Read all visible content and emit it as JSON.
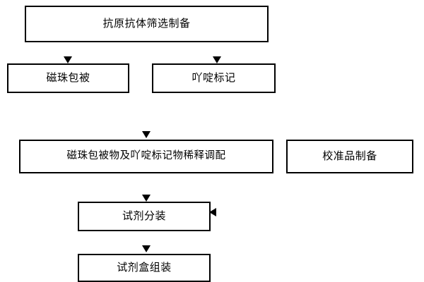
{
  "diagram": {
    "type": "flowchart",
    "background_color": "#ffffff",
    "line_color": "#000000",
    "nodes": [
      {
        "id": "prep",
        "label": "抗原抗体筛选制备"
      },
      {
        "id": "bead",
        "label": "磁珠包被"
      },
      {
        "id": "acridine",
        "label": "吖啶标记"
      },
      {
        "id": "dilute",
        "label": "磁珠包被物及吖啶标记物稀释调配"
      },
      {
        "id": "calibrator",
        "label": "校准品制备"
      },
      {
        "id": "dispense",
        "label": "试剂分装"
      },
      {
        "id": "assemble",
        "label": "试剂盒组装"
      }
    ],
    "edges": [
      {
        "from": "prep",
        "to": "bead"
      },
      {
        "from": "prep",
        "to": "acridine"
      },
      {
        "from": "bead",
        "to": "dilute"
      },
      {
        "from": "acridine",
        "to": "dilute"
      },
      {
        "from": "dilute",
        "to": "dispense"
      },
      {
        "from": "calibrator",
        "to": "dispense"
      },
      {
        "from": "dispense",
        "to": "assemble"
      }
    ]
  }
}
